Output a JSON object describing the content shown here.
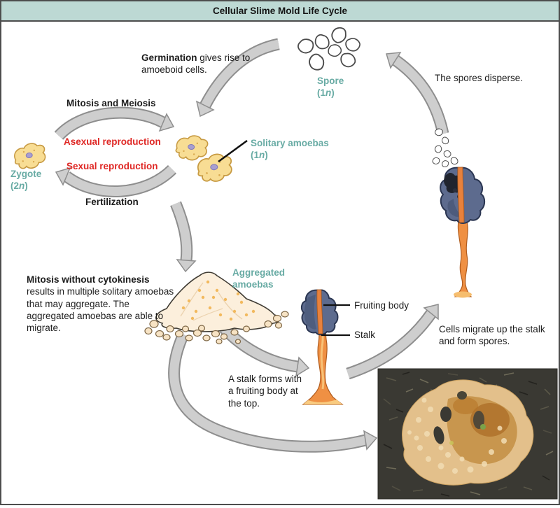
{
  "title": "Cellular Slime Mold Life Cycle",
  "colors": {
    "titlebar": "#bdd9d4",
    "teal": "#68aba4",
    "red": "#df2825",
    "arrow_fill": "#cecece",
    "arrow_stroke": "#8e8e8e",
    "amoeba_fill": "#f8dd94",
    "fruiting_head": "#5d6b8e",
    "stalk_orange": "#ef9043"
  },
  "annotations": {
    "germination": {
      "bold": "Germination",
      "rest": " gives rise to amoeboid cells."
    },
    "spores_disperse": {
      "text": "The spores disperse."
    },
    "mitosis_meiosis": {
      "text": "Mitosis and Meiosis"
    },
    "asexual": {
      "text": "Asexual reproduction"
    },
    "sexual": {
      "text": "Sexual reproduction"
    },
    "fertilization": {
      "text": "Fertilization"
    },
    "mitosis_without": {
      "bold": "Mitosis without cytokinesis",
      "rest": " results in multiple solitary amoebas that may aggregate. The aggregated amoebas are able to migrate."
    },
    "stalk_forms": {
      "text": "A stalk forms with a fruiting body at the top."
    },
    "cells_migrate": {
      "text": "Cells migrate up the stalk and form spores."
    }
  },
  "stages": {
    "spore": {
      "name": "Spore",
      "p1": "(1",
      "n": "n",
      "p2": ")"
    },
    "zygote": {
      "name": "Zygote",
      "p1": "(2",
      "n": "n",
      "p2": ")"
    },
    "solitary": {
      "name": "Solitary amoebas",
      "p1": "(1",
      "n": "n",
      "p2": ")"
    },
    "aggregated": {
      "name": "Aggregated amoebas",
      "line1": "Aggregated",
      "line2": "amoebas"
    },
    "fruiting_body": {
      "name": "Fruiting body"
    },
    "stalk": {
      "name": "Stalk"
    }
  }
}
